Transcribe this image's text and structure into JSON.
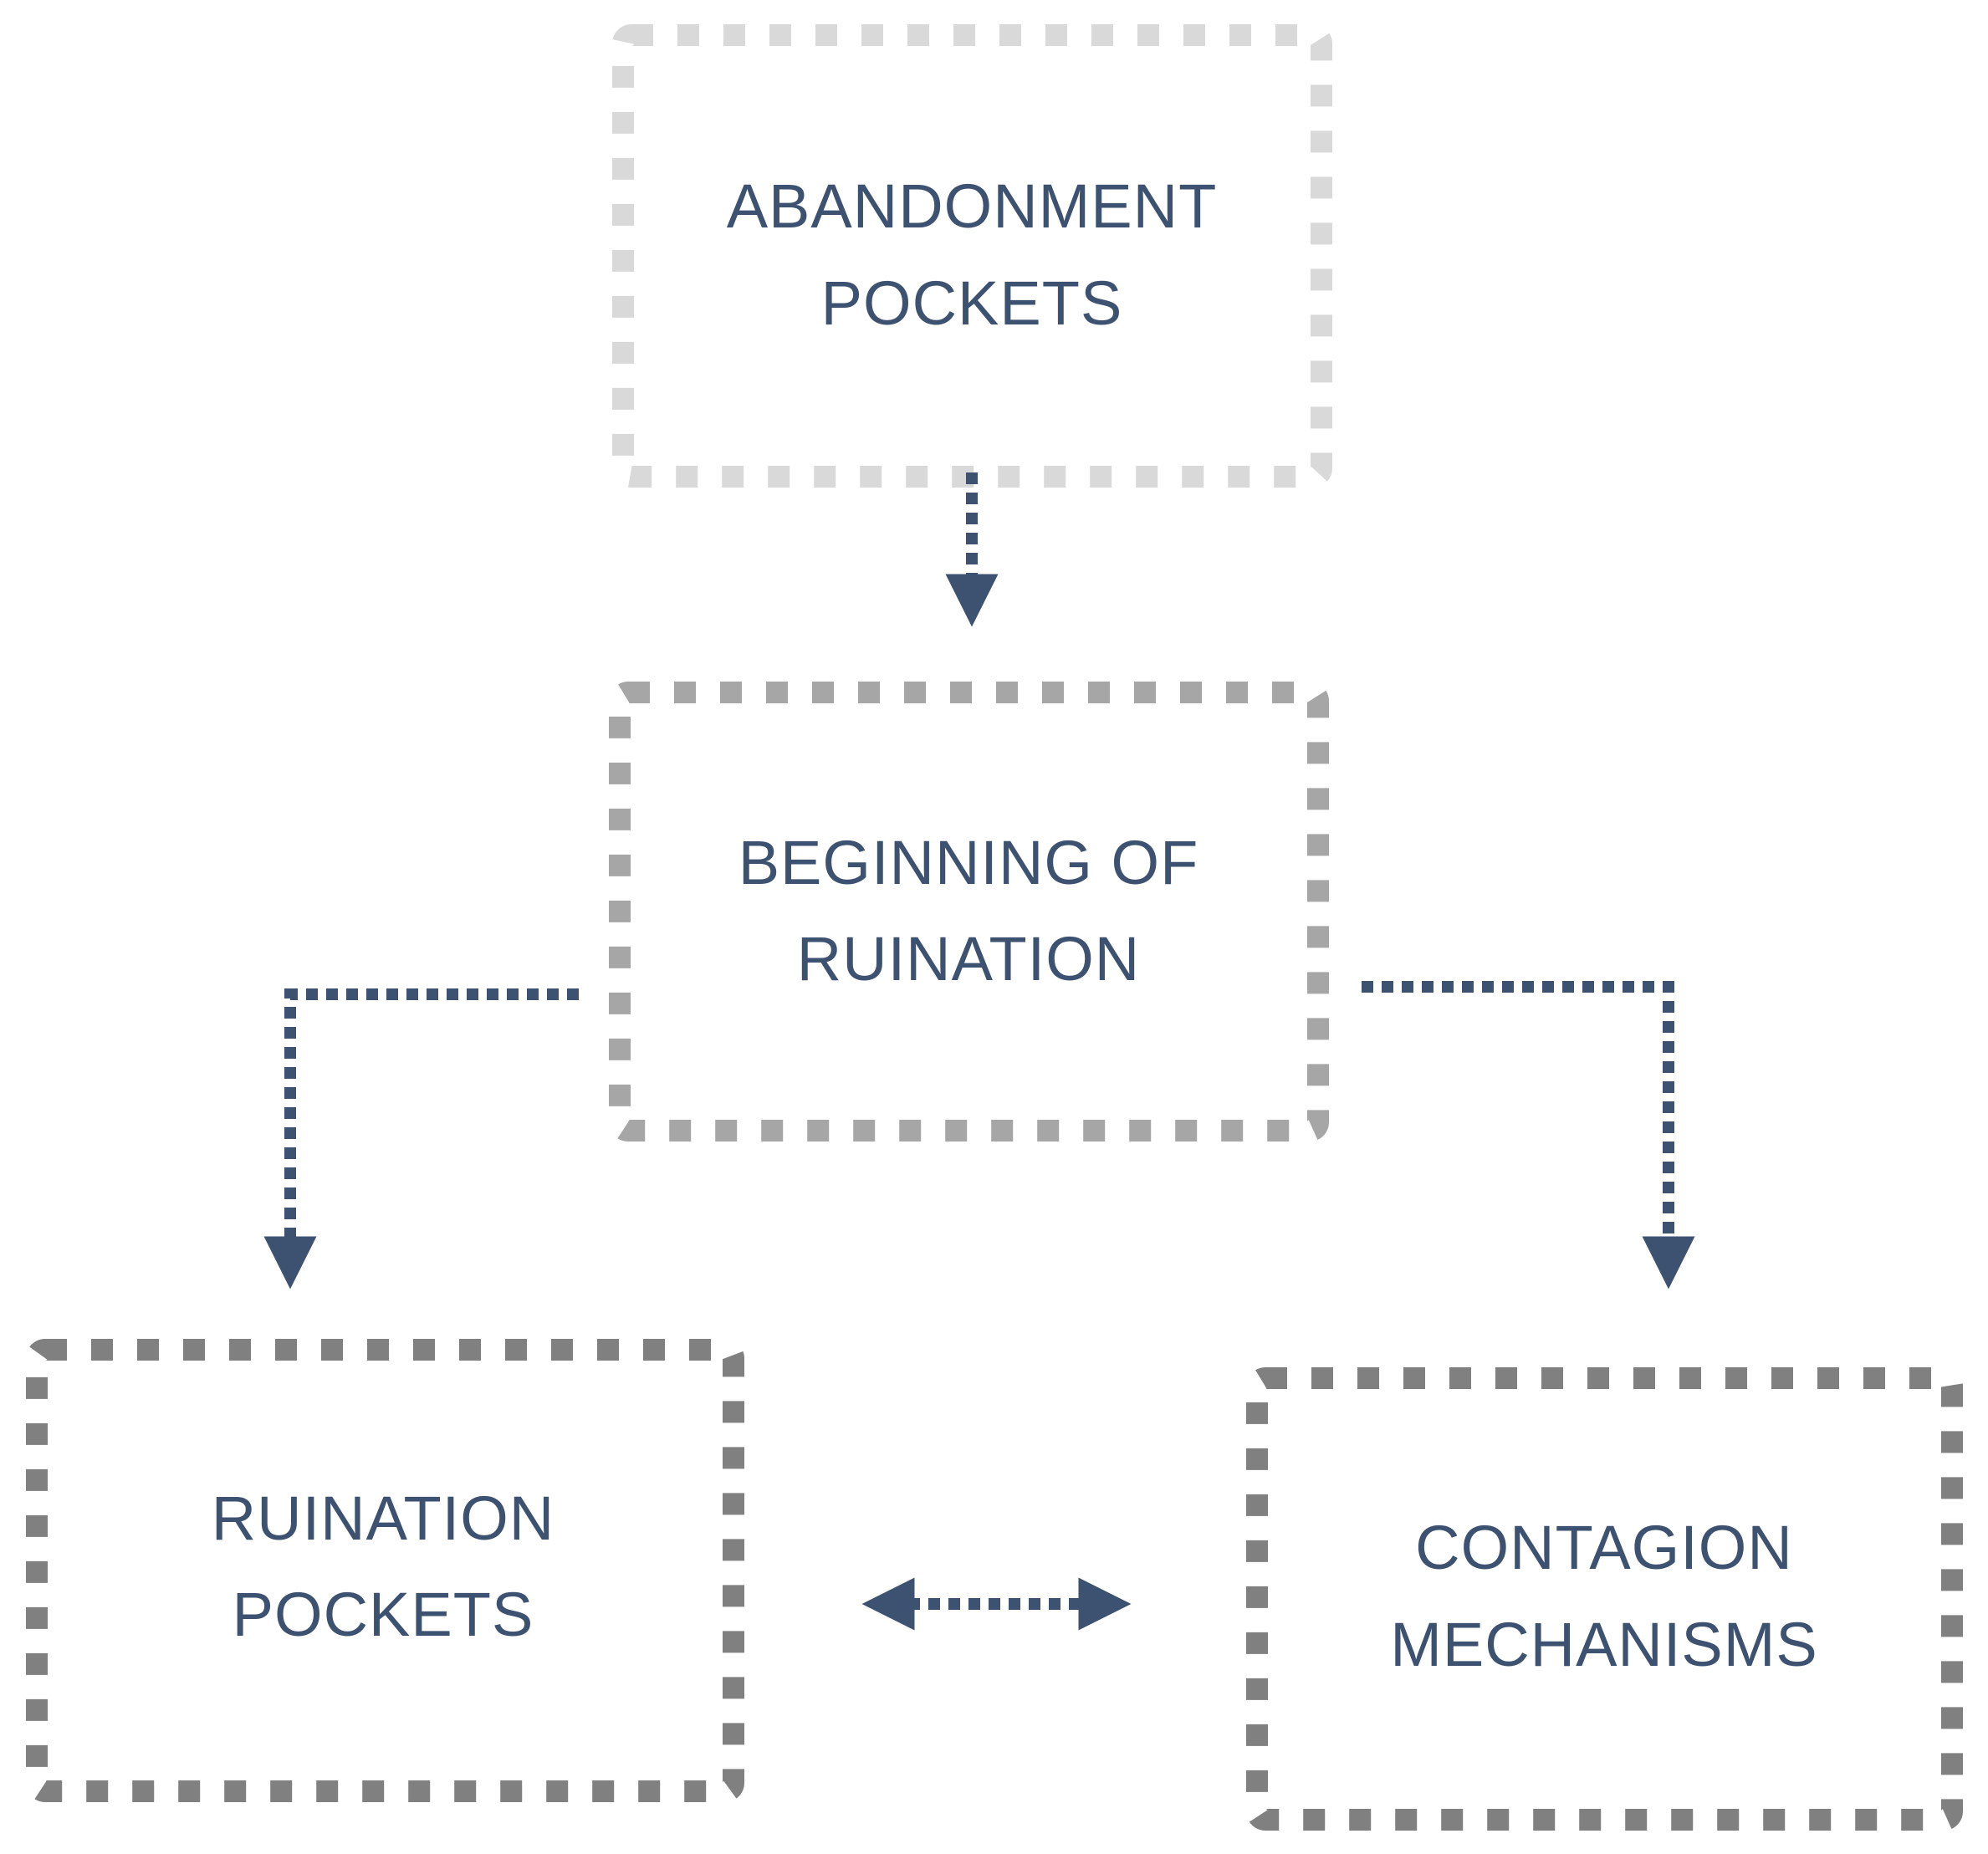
{
  "nodes": {
    "abandonment": {
      "line1": "ABANDONMENT",
      "line2": "POCKETS"
    },
    "beginning": {
      "line1": "BEGINNING OF",
      "line2": "RUINATION"
    },
    "ruination": {
      "line1": "RUINATION",
      "line2": "POCKETS"
    },
    "contagion": {
      "line1": "CONTAGION",
      "line2": "MECHANISMS"
    }
  },
  "colors": {
    "text": "#3d5270",
    "connector": "#3d5270",
    "border_light": "#d9d9d9",
    "border_medium": "#a6a6a6",
    "border_dark": "#808080"
  }
}
